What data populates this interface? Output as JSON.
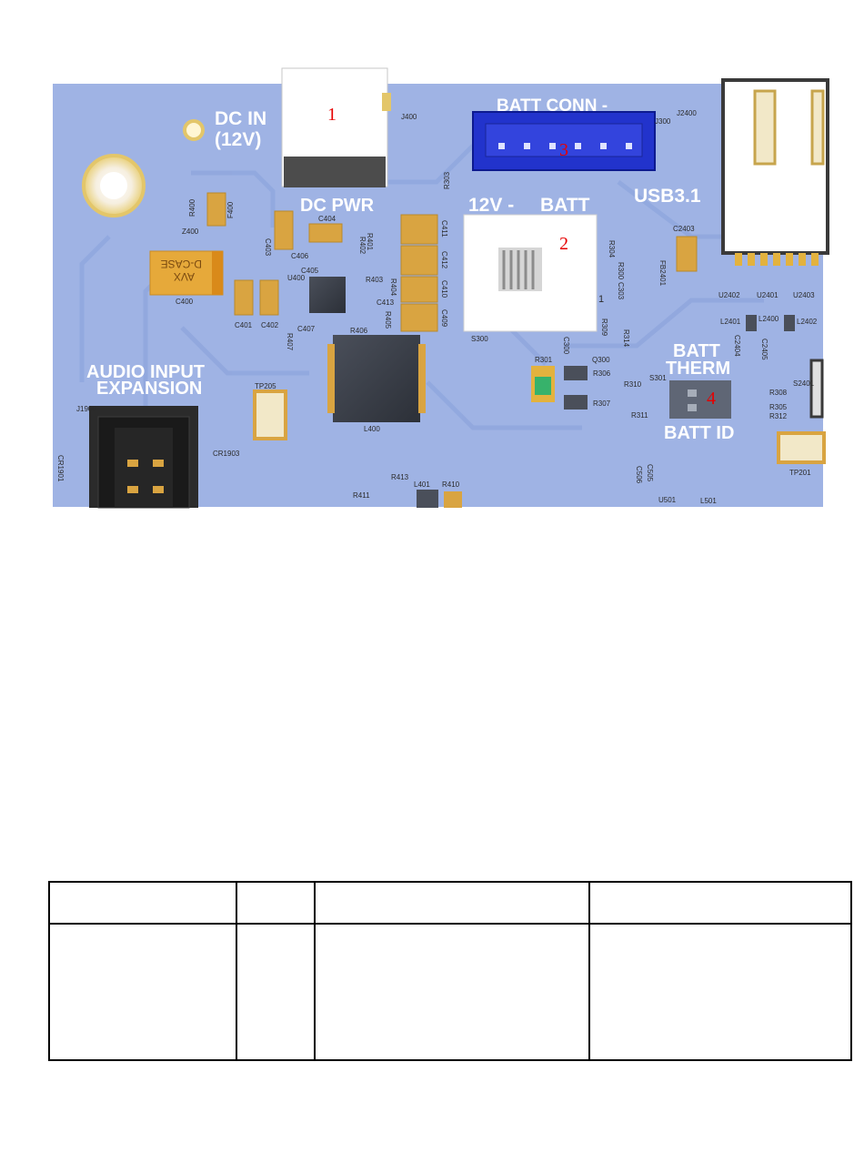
{
  "board": {
    "silkscreen": {
      "dc_in": "DC IN",
      "dc_in_volt": "(12V)",
      "dc_pwr": "DC PWR",
      "batt_conn": "BATT CONN -",
      "batt_12v": "12V -",
      "batt": "BATT",
      "usb": "USB3.1",
      "audio_line1": "AUDIO INPUT",
      "audio_line2": "EXPANSION",
      "batt_therm_line1": "BATT",
      "batt_therm_line2": "THERM",
      "batt_id": "BATT ID",
      "cap_marking_1": "AVX",
      "cap_marking_2": "D-CASE",
      "pin1_mark": "1"
    },
    "refdes": {
      "J400": "J400",
      "J300": "J300",
      "J2400": "J2400",
      "R400": "R400",
      "F400": "F400",
      "Z400": "Z400",
      "C400": "C400",
      "C401": "C401",
      "C402": "C402",
      "C403": "C403",
      "C404": "C404",
      "C405": "C405",
      "C406": "C406",
      "R401": "R401",
      "R402": "R402",
      "R403": "R403",
      "R404": "R404",
      "R405": "R405",
      "R406": "R406",
      "R407": "R407",
      "C407": "C407",
      "C413": "C413",
      "U400": "U400",
      "C411": "C411",
      "C412": "C412",
      "C410": "C410",
      "C409": "C409",
      "R303": "R303",
      "S300": "S300",
      "R304": "R304",
      "R300": "R300",
      "C303": "C303",
      "R309": "R309",
      "R314": "R314",
      "C300": "C300",
      "Q300": "Q300",
      "R301": "R301",
      "R306": "R306",
      "R307": "R307",
      "L400": "L400",
      "TP205": "TP205",
      "J1900": "J1900",
      "CR1901": "CR1901",
      "CR1903": "CR1903",
      "R413": "R413",
      "R411": "R411",
      "L401": "L401",
      "R410": "R410",
      "C2403": "C2403",
      "FB2401": "FB2401",
      "U2402": "U2402",
      "U2401": "U2401",
      "U2403": "U2403",
      "L2401": "L2401",
      "L2400": "L2400",
      "L2402": "L2402",
      "C2404": "C2404",
      "C2405": "C2405",
      "S2401": "S2401",
      "R310": "R310",
      "S301": "S301",
      "R311": "R311",
      "R308": "R308",
      "R305": "R305",
      "R312": "R312",
      "TP201": "TP201",
      "C505": "C505",
      "C506": "C506",
      "U501": "U501",
      "L501": "L501"
    },
    "callouts": [
      "1",
      "2",
      "3",
      "4"
    ],
    "colors": {
      "pcb": "#9fb3e4",
      "trace": "#8ea5dc",
      "silk": "#ffffff",
      "connector_blue": "#2233cc",
      "capacitor": "#d9a441",
      "tantalum": "#e6a93a",
      "ic": "#3a3f4a",
      "callout": "#e60000",
      "led": "#37b26b"
    }
  },
  "table": {
    "header": [
      "",
      "",
      "",
      ""
    ],
    "row": [
      "",
      "",
      "",
      ""
    ]
  }
}
